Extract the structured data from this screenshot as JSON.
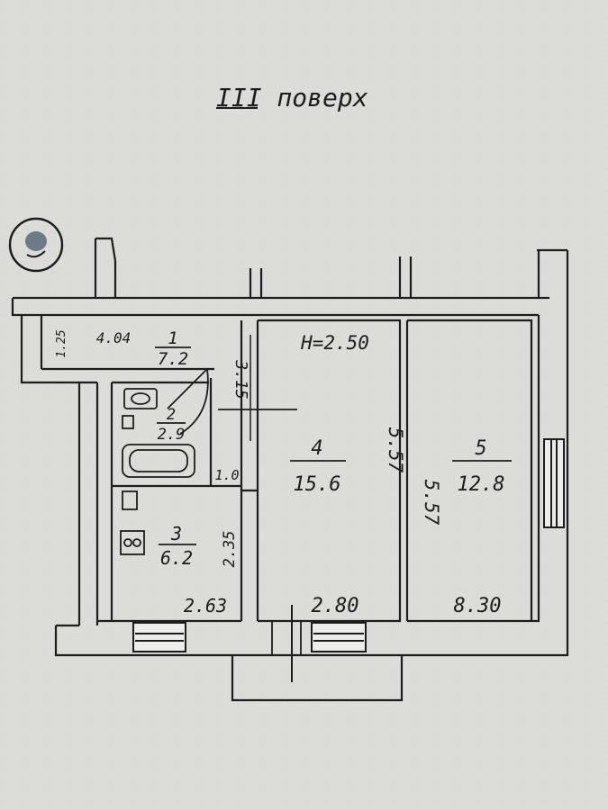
{
  "floor_title": "III поверх",
  "ceiling_height": "H=2.50",
  "rooms": [
    {
      "number": "1",
      "area": "7.2"
    },
    {
      "number": "2",
      "area": "2.9"
    },
    {
      "number": "3",
      "area": "6.2"
    },
    {
      "number": "4",
      "area": "15.6"
    },
    {
      "number": "5",
      "area": "12.8"
    }
  ],
  "dimensions": {
    "hall_length": "4.04",
    "hall_width": "1.25",
    "hall_depth": "3.15",
    "bath_gap": "1.0",
    "kitchen_depth": "2.35",
    "kitchen_width": "2.63",
    "room4_width": "2.80",
    "room4_depth": "5.57",
    "room5_depth": "5.57",
    "room5_width": "8.30"
  },
  "colors": {
    "ink": "#1d1d1d",
    "paper": "#dcdcd9",
    "wall_fill": "#e8e8e5"
  }
}
